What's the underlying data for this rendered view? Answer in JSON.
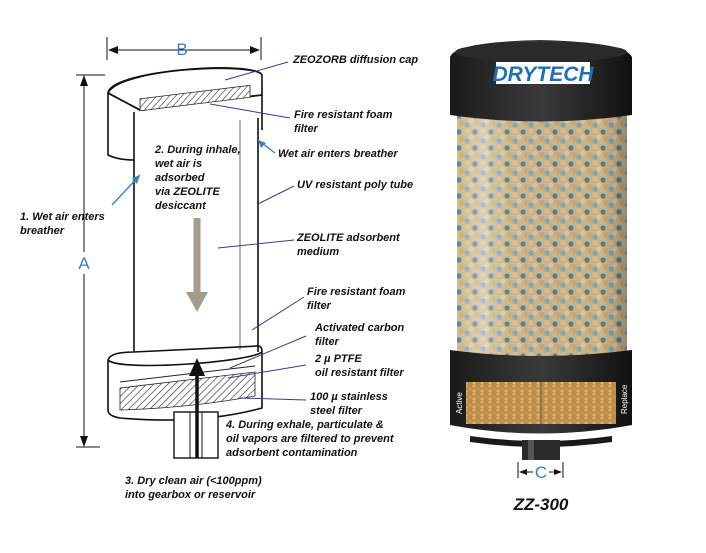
{
  "dimensions": {
    "a": "A",
    "b": "B",
    "c": "C"
  },
  "labels": {
    "diffusion_cap": "ZEOZORB diffusion cap",
    "foam_top": [
      "Fire resistant foam",
      "filter"
    ],
    "wet_air_side": "Wet air enters breather",
    "poly_tube": "UV resistant poly tube",
    "zeolite": [
      "ZEOLITE adsorbent",
      "medium"
    ],
    "foam_bottom": [
      "Fire resistant foam",
      "filter"
    ],
    "carbon": [
      "Activated carbon",
      "filter"
    ],
    "ptfe": [
      "2 µ PTFE",
      "oil resistant filter"
    ],
    "steel": [
      "100 µ stainless",
      "steel filter"
    ]
  },
  "steps": {
    "step1": [
      "1. Wet air enters",
      "breather"
    ],
    "step2": [
      "2. During inhale,",
      "wet air is",
      "adsorbed",
      "via ZEOLITE",
      "desiccant"
    ],
    "step3": [
      "3. Dry clean air (<100ppm)",
      "into gearbox or reservoir"
    ],
    "step4": [
      "4. During exhale, particulate &",
      "oil vapors are filtered to prevent",
      "adsorbent contamination"
    ]
  },
  "product": {
    "brand": "DRYTECH",
    "window_left": "Active",
    "window_right": "Replace",
    "model": "ZZ-300"
  },
  "colors": {
    "dimension": "#3a7fc1",
    "leader": "#3b3b8f",
    "brand": "#1f6fb8",
    "arrow_gray": "#a39b8e"
  }
}
